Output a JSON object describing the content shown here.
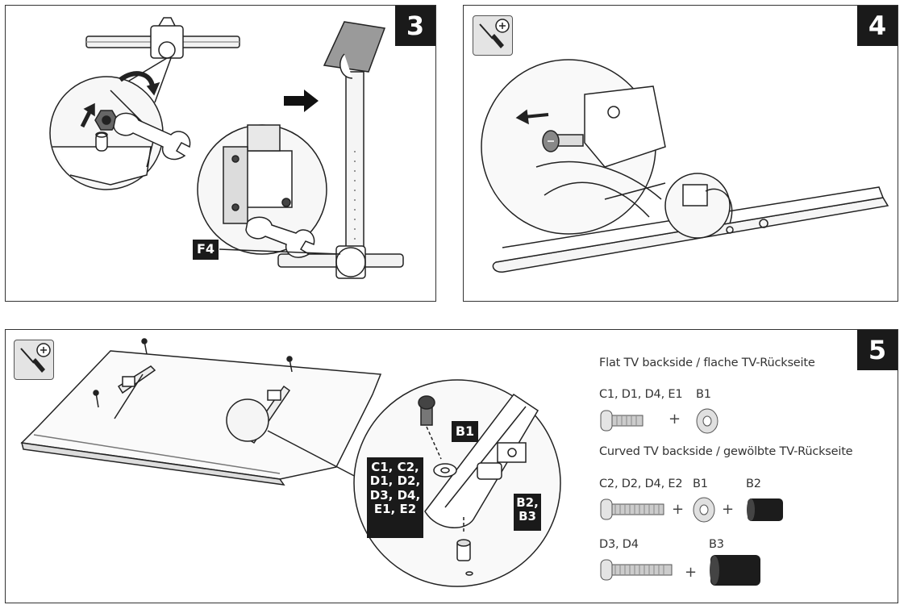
{
  "steps": {
    "step3": {
      "number": "3",
      "label_f4": "F4"
    },
    "step4": {
      "number": "4"
    },
    "step5": {
      "number": "5",
      "callout_b1": "B1",
      "callout_screws": "C1, C2,\nD1, D2,\nD3, D4,\nE1, E2",
      "callout_b2b3": "B2,\nB3",
      "flat_title": "Flat TV backside / flache TV-Rückseite",
      "flat_screws": "C1, D1, D4, E1",
      "flat_washer": "B1",
      "curved_title": "Curved TV backside / gewölbte TV-Rückseite",
      "curved_screws": "C2, D2, D4, E2",
      "curved_washer": "B1",
      "curved_spacer": "B2",
      "long_screws": "D3, D4",
      "long_spacer": "B3",
      "plus": "+"
    }
  },
  "icons": [
    "screwdriver-icon",
    "phillips-head-icon",
    "wrench-icon",
    "arrow-icon",
    "rotate-arrow-icon"
  ]
}
